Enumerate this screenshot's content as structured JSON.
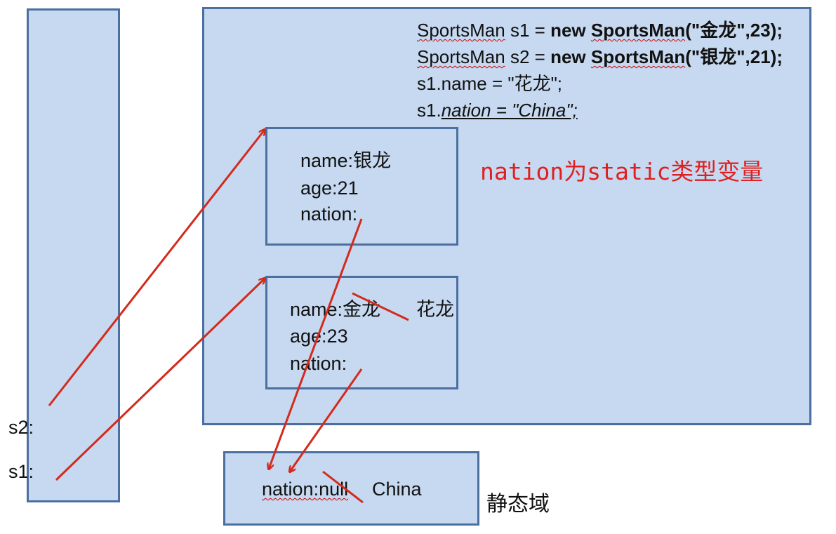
{
  "code_lines": {
    "line1": {
      "a": "SportsMan",
      "b": " s1 = ",
      "c": "new",
      "d": " ",
      "e": "SportsMan",
      "f": "(\"金龙\",23);"
    },
    "line2": {
      "a": "SportsMan",
      "b": " s2 = ",
      "c": "new",
      "d": " ",
      "e": "SportsMan",
      "f": "(\"银龙\",21);"
    },
    "line3": "s1.name = \"花龙\";",
    "line4": {
      "a": "s1.",
      "b": "nation = \"China\";"
    }
  },
  "note": "nation为static类型变量",
  "object_top": {
    "name": "name:银龙",
    "age": "age:21",
    "nation": "nation:"
  },
  "object_bottom": {
    "name_label": "name:",
    "name_old": "金龙",
    "name_new": "花龙",
    "age": "age:23",
    "nation": "nation:"
  },
  "stack": {
    "s2": "s2:",
    "s1": "s1:"
  },
  "static_area": {
    "old_value": "nation:null",
    "new_value": "China",
    "label": "静态域"
  },
  "colors": {
    "box_fill": "#c6d9f0",
    "box_border": "#4a6fa0",
    "arrow": "#d42a1c",
    "note": "#e02020"
  }
}
